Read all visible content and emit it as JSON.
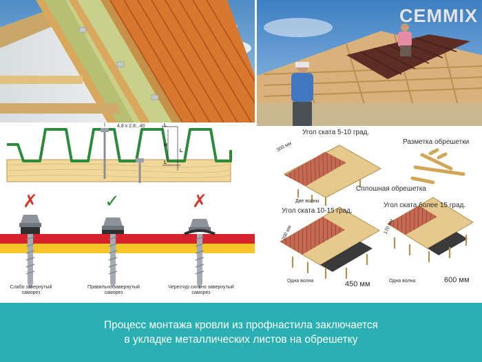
{
  "logo": {
    "text": "СЕММIX"
  },
  "profile_dims": {
    "screw_size": "4,8 х 2,8...40",
    "dim_l_top": "L",
    "dim_h": "H",
    "dim_l_right": "L",
    "dim_l_bottom": "L"
  },
  "screws": {
    "under": {
      "mark": "✗",
      "label": "Слабо завернутый саморез",
      "status_color": "#d6352a"
    },
    "correct": {
      "mark": "✓",
      "label": "Правильно завернутый саморез",
      "status_color": "#2f8d33"
    },
    "over": {
      "mark": "✗",
      "label": "Чересчур сильно завернутый саморез",
      "status_color": "#d6352a"
    }
  },
  "lathing": {
    "slope_5_10": "Угол ската 5-10 град.",
    "marking": "Разметка обрешетки",
    "dim_300": "300 мм",
    "two_waves": "Две волны",
    "solid": "Сплошная обрешетка",
    "slope_10_15": "Угол ската 10-15 град.",
    "slope_15_plus": "Угол ската более 15 град.",
    "dim_200": "200 мм",
    "dim_170": "170 мм",
    "one_wave_left": "Одна волна",
    "one_wave_right": "Одна волна",
    "dim_450": "450 мм",
    "dim_600": "600 мм"
  },
  "caption": {
    "line1": "Процесс монтажа кровли из профнастила заключается",
    "line2": "в укладке металлических листов на обрешетку"
  }
}
